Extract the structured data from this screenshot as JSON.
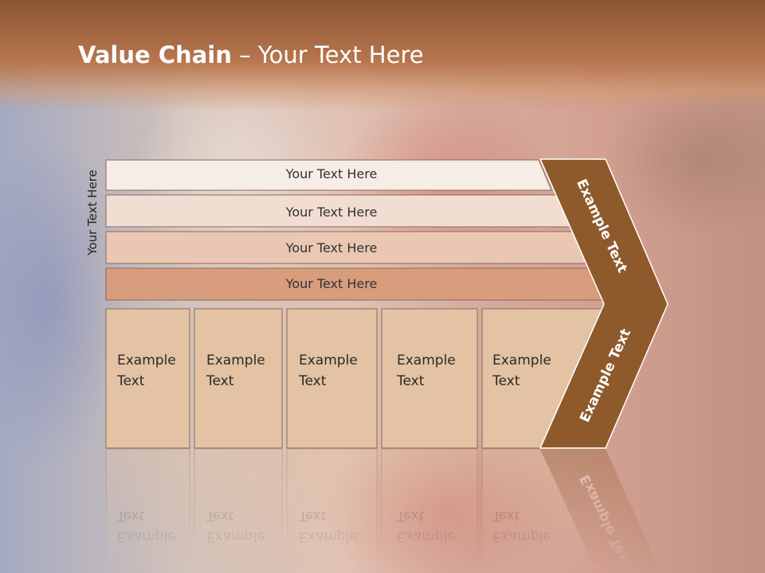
{
  "title": {
    "bold": "Value Chain",
    "rest": " – Your Text Here"
  },
  "side_label": "Your Text Here",
  "bars": [
    {
      "label": "Your Text Here"
    },
    {
      "label": "Your Text Here"
    },
    {
      "label": "Your Text Here"
    },
    {
      "label": "Your Text Here"
    }
  ],
  "columns": [
    {
      "line1": "Example",
      "line2": "Text"
    },
    {
      "line1": "Example",
      "line2": "Text"
    },
    {
      "line1": "Example",
      "line2": "Text"
    },
    {
      "line1": "Example",
      "line2": "Text"
    },
    {
      "line1": "Example",
      "line2": "Text"
    }
  ],
  "chevron_upper_label": "Example Text",
  "chevron_lower_label": "Example Text",
  "colors": {
    "header": "#9c6240",
    "bar1": "#f7ede7",
    "bar2": "#f1ddd1",
    "bar3": "#e9c7b3",
    "bar4": "#d79d7c",
    "column": "#e3c3a3",
    "chevron": "#8e5a2c",
    "outline": "#8a6a5a"
  }
}
